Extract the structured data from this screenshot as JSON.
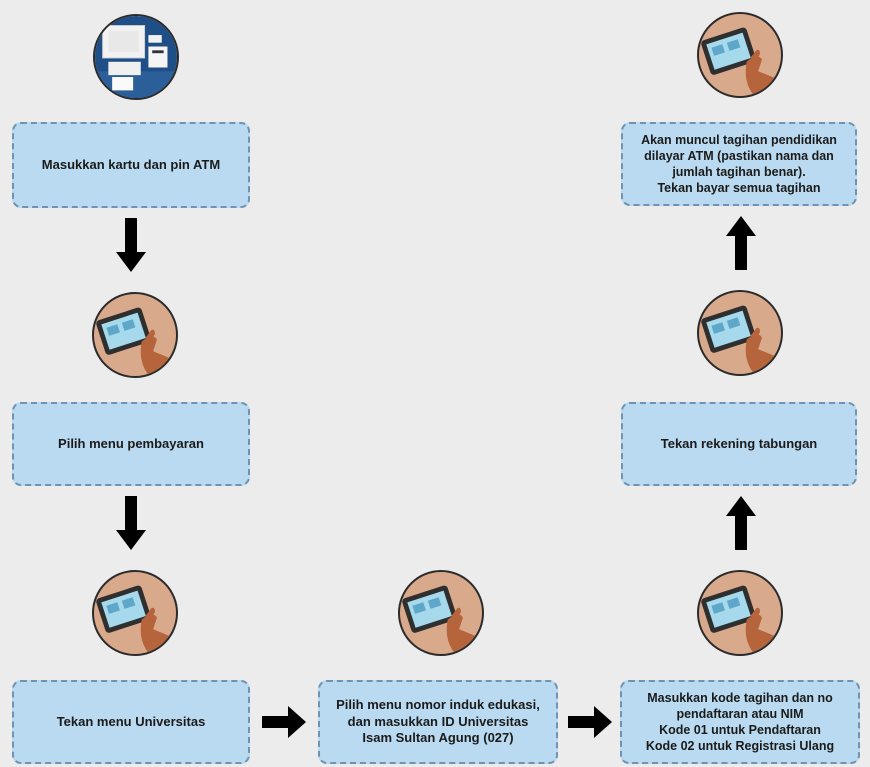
{
  "steps": [
    {
      "text": "Masukkan kartu dan pin ATM",
      "icon": "atm-machine-icon"
    },
    {
      "text": "Pilih menu pembayaran",
      "icon": "tablet-hand-icon"
    },
    {
      "text": "Tekan menu Universitas",
      "icon": "tablet-hand-icon"
    },
    {
      "text": "Pilih menu nomor induk edukasi,\ndan masukkan ID Universitas\nIsam Sultan Agung (027)",
      "icon": "tablet-hand-icon"
    },
    {
      "text": "Masukkan kode tagihan dan no\npendaftaran atau NIM\nKode 01 untuk Pendaftaran\nKode 02 untuk Registrasi Ulang",
      "icon": "tablet-hand-icon"
    },
    {
      "text": "Tekan rekening tabungan",
      "icon": "tablet-hand-icon"
    },
    {
      "text": "Akan muncul tagihan pendidikan\ndilayar ATM (pastikan nama dan\njumlah tagihan benar).\nTekan bayar semua tagihan",
      "icon": "tablet-hand-icon"
    }
  ],
  "colors": {
    "box_fill": "#b9daf0",
    "box_border": "#6f93b0",
    "icon_circle": "#d9a98c",
    "arrow": "#000000",
    "background": "#ececec"
  }
}
